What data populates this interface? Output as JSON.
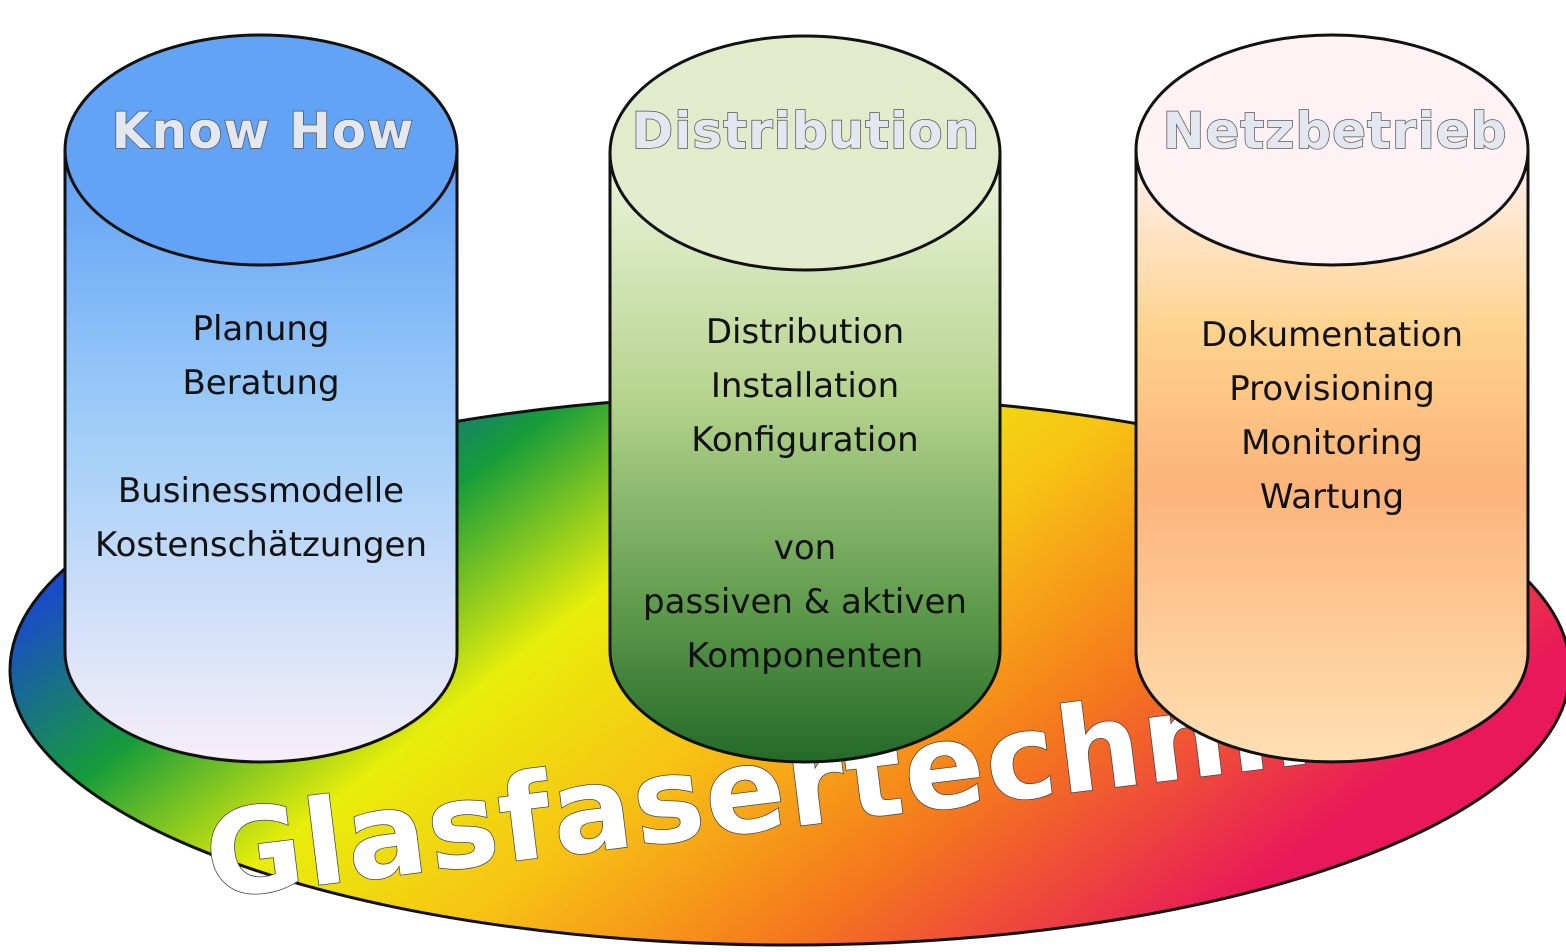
{
  "diagram": {
    "base_label": "Glasfasertechnik",
    "pillars": [
      {
        "title": "Know How",
        "lines": [
          "Planung",
          "Beratung",
          "",
          "Businessmodelle",
          "Kostenschätzungen"
        ]
      },
      {
        "title": "Distribution",
        "lines": [
          "Distribution",
          "Installation",
          "Konfiguration",
          "",
          "von",
          "passiven & aktiven",
          "Komponenten"
        ]
      },
      {
        "title": "Netzbetrieb",
        "lines": [
          "Dokumentation",
          "Provisioning",
          "Monitoring",
          "Wartung"
        ]
      }
    ]
  },
  "colors": {
    "know_how_top": "#5fa0f5",
    "know_how_bottom": "#f7eef8",
    "distribution_top": "#eef5de",
    "distribution_bottom": "#2a6e2a",
    "netzbetrieb_top": "#fff2f4",
    "netzbetrieb_bottom": "#fcc07a",
    "title_fill": "#e3e8f0",
    "base_label_fill": "#ffffff"
  }
}
